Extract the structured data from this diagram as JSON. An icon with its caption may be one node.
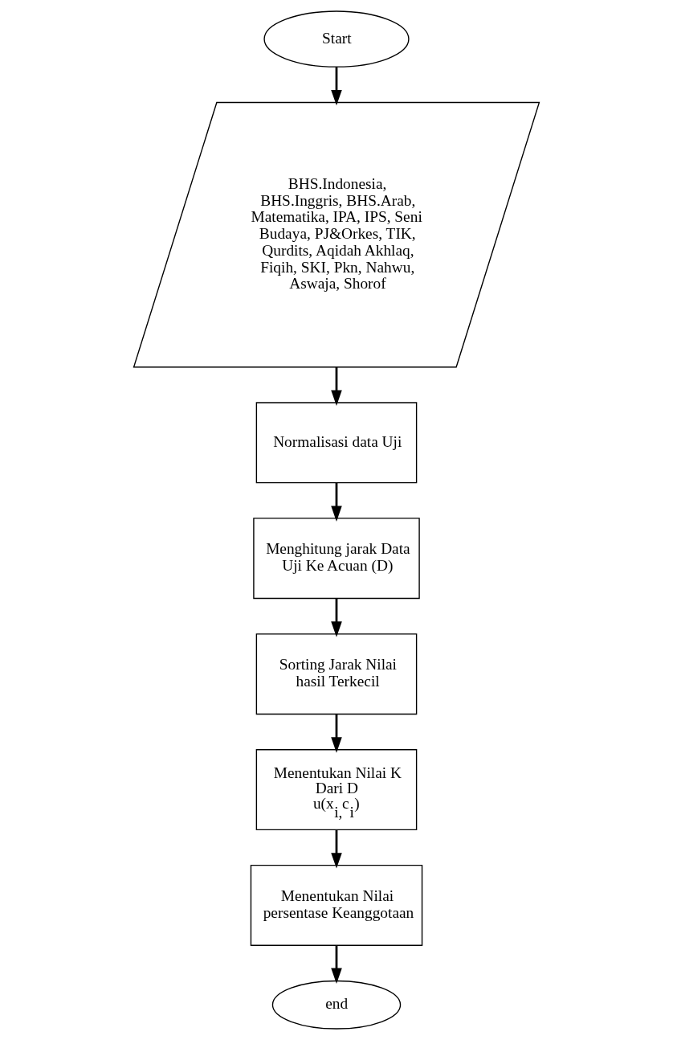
{
  "diagram": {
    "nodes": [
      {
        "text": [
          "Start"
        ]
      },
      {
        "text": [
          "BHS.Indonesia, BHS.Inggris, BHS.Arab, Matematika, IPA, IPS, Seni Budaya, PJ&Orkes, TIK, Qurdits, Aqidah Akhlaq, Fiqih, SKI, Pkn, Nahwu, Aswaja, Shorof"
        ]
      },
      {
        "text": [
          "Normalisasi data Uji"
        ]
      },
      {
        "text": [
          "Menghitung jarak Data Uji Ke Acuan (D)"
        ]
      },
      {
        "text": [
          "Sorting Jarak Nilai hasil Terkecil"
        ]
      },
      {
        "text": [
          "Menentukan Nilai K Dari D u(x$_{i,}$c$_{i}$)"
        ]
      },
      {
        "text": [
          "Menentukan Nilai persentase Keanggotaan"
        ]
      },
      {
        "text": [
          "end"
        ]
      }
    ],
    "edges": [
      {
        "from": 0,
        "to": 1,
        "arrow": "to"
      },
      {
        "from": 1,
        "to": 2,
        "arrow": "to"
      },
      {
        "from": 2,
        "to": 3,
        "arrow": "to"
      },
      {
        "from": 3,
        "to": 4,
        "arrow": "to"
      },
      {
        "from": 4,
        "to": 5,
        "arrow": "to"
      },
      {
        "from": 5,
        "to": 6,
        "arrow": "to"
      },
      {
        "from": 6,
        "to": 7,
        "arrow": "to"
      }
    ]
  }
}
